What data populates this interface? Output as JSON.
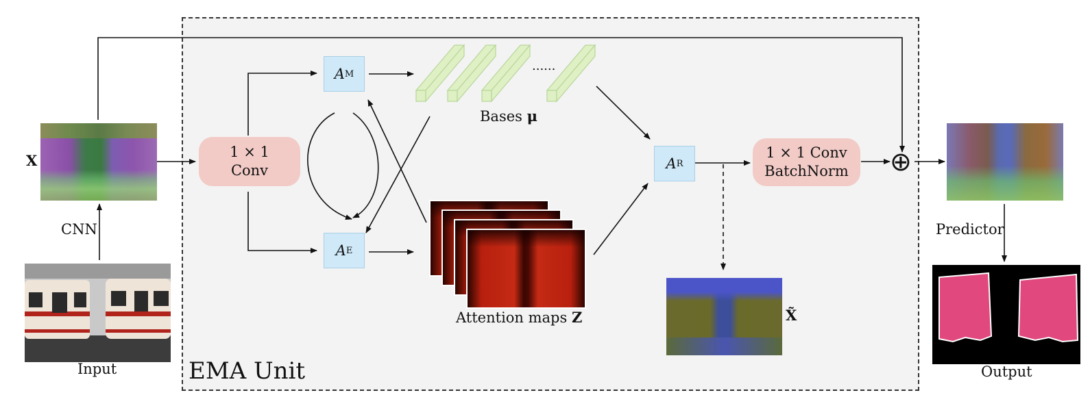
{
  "diagram": {
    "ema_unit_label": "EMA Unit",
    "x_label": "X",
    "x_tilde_label": "X̃",
    "cnn_label": "CNN",
    "input_label": "Input",
    "output_label": "Output",
    "predictor_label": "Predictor",
    "conv1": {
      "line1": "1 × 1",
      "line2": "Conv"
    },
    "conv2": {
      "line1": "1 × 1 Conv",
      "line2": "BatchNorm"
    },
    "a_m": {
      "symbol": "A",
      "subscript": "M"
    },
    "a_e": {
      "symbol": "A",
      "subscript": "E"
    },
    "a_r": {
      "symbol": "A",
      "subscript": "R"
    },
    "bases_label": "Bases",
    "bases_symbol": "μ",
    "bases_dots": "......",
    "attention_label": "Attention maps",
    "attention_symbol": "Z",
    "sum_symbol": "⊕"
  },
  "colors": {
    "conv_pill": "#f2cbc7",
    "a_box": "#cfe9f8",
    "bases": "#dff0c4",
    "ema_background": "#f3f3f3",
    "segmentation_pink": "#e0487e"
  }
}
